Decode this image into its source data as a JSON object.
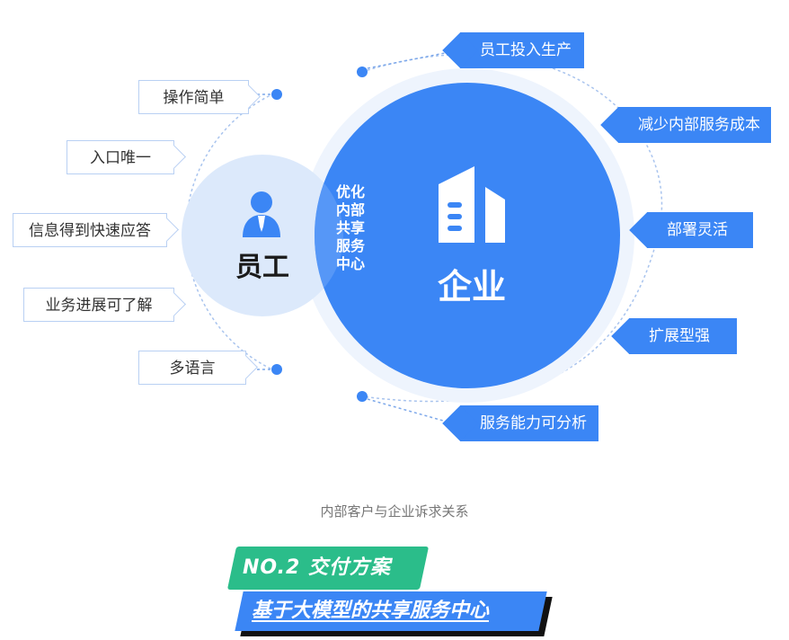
{
  "left_tags": [
    {
      "label": "操作简单"
    },
    {
      "label": "入口唯一"
    },
    {
      "label": "信息得到快速应答"
    },
    {
      "label": "业务进展可了解"
    },
    {
      "label": "多语言"
    }
  ],
  "right_tags": [
    {
      "label": "员工投入生产"
    },
    {
      "label": "减少内部服务成本"
    },
    {
      "label": "部署灵活"
    },
    {
      "label": "扩展型强"
    },
    {
      "label": "服务能力可分析"
    }
  ],
  "employee": {
    "label": "员工",
    "icon": "employee-icon"
  },
  "enterprise": {
    "label": "企业",
    "icon": "building-icon"
  },
  "overlap": {
    "lines": [
      "优化",
      "内部",
      "共享",
      "服务",
      "中心"
    ]
  },
  "caption": "内部客户与企业诉求关系",
  "banner": {
    "section": "NO.2 交付方案",
    "title": "基于大模型的共享服务中心"
  },
  "colors": {
    "primary_blue": "#3b86f5",
    "light_blue": "#dce9fb",
    "green": "#2bbd8a",
    "tag_border": "#b9d0f3"
  }
}
